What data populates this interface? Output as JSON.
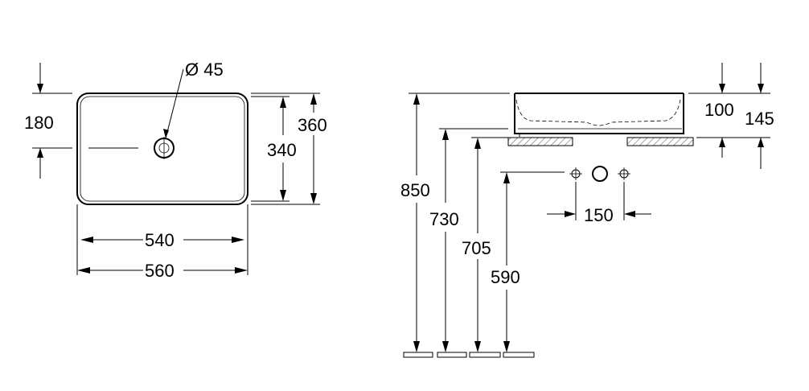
{
  "top_view": {
    "hole_label": "Ø 45",
    "dim_180": "180",
    "dim_540": "540",
    "dim_560": "560",
    "dim_340": "340",
    "dim_360": "360"
  },
  "side_view": {
    "dim_850": "850",
    "dim_730": "730",
    "dim_705": "705",
    "dim_590": "590",
    "dim_150": "150",
    "dim_100": "100",
    "dim_145": "145"
  }
}
